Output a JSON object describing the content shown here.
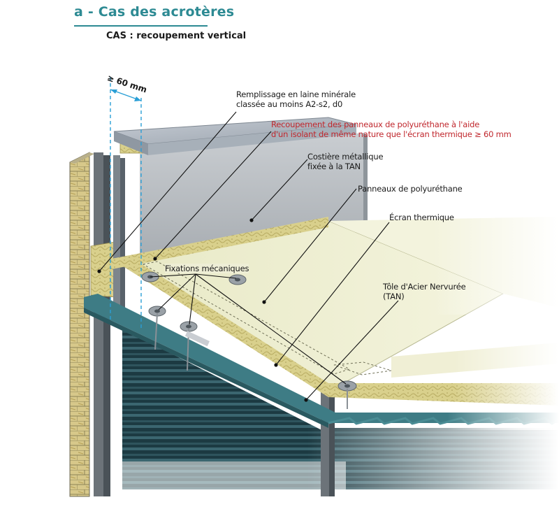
{
  "header": {
    "section_title": "a - Cas des acrotères",
    "subtitle": "CAS : recoupement vertical"
  },
  "dimension": {
    "label": "≥ 60 mm"
  },
  "labels": {
    "remplissage": "Remplissage en laine minérale\nclassée au moins A2-s2, d0",
    "recoupement": "Recoupement des panneaux de polyuréthane à l'aide\nd'un isolant de même nature que l'écran thermique ≥ 60 mm",
    "costiere": "Costière métallique\nfixée à la TAN",
    "panneaux": "Panneaux de polyuréthane",
    "ecran": "Écran thermique",
    "fixations": "Fixations mécaniques",
    "tole": "Tôle d'Acier Nervurée\n(TAN)"
  },
  "colors": {
    "title": "#2d8a93",
    "highlight_text": "#c0272d",
    "dimension_line": "#2a9fd6",
    "wall_grey": "#b9bdc2",
    "pir_panel": "#e6e7c4",
    "mineral_wool": "#d8cf8a",
    "tan_steel": "#3e7c85",
    "interior_dark": "#1f3a42"
  }
}
